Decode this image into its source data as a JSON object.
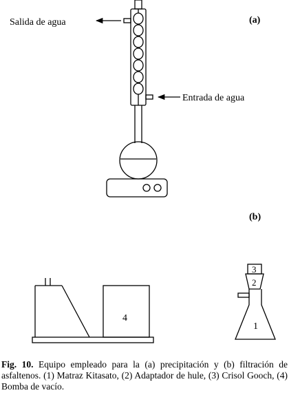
{
  "panel_a": {
    "tag": "(a)",
    "water_out": "Salida de agua",
    "water_in": "Entrada de agua"
  },
  "panel_b": {
    "tag": "(b)",
    "parts": [
      "1",
      "2",
      "3",
      "4"
    ]
  },
  "caption": {
    "label": "Fig. 10.",
    "text": " Equipo empleado para la (a) precipitación y (b) filtración de asfaltenos. (1) Matraz Kitasato, (2) Adaptador de hule, (3) Crisol Gooch, (4) Bomba de vacío."
  }
}
